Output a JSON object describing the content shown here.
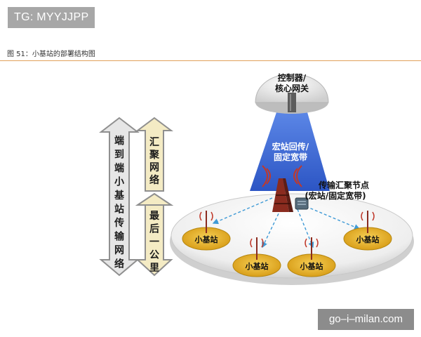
{
  "header": {
    "badge": "TG: MYYJJPP"
  },
  "figure": {
    "caption": "图 51：小基站的部署结构图",
    "controller_label": [
      "控制器/",
      "核心网关"
    ],
    "backhaul_label": [
      "宏站回传/",
      "固定宽带"
    ],
    "aggregation_node_label": [
      "传输汇聚节点",
      "(宏站/固定宽带)"
    ],
    "left_arrow_label": "端到端小基站传输网络",
    "upper_arrow_label": "汇聚网络",
    "lower_arrow_label": "最后一公里",
    "small_cell_label": "小基站",
    "colors": {
      "blue_beam": "#3a66d4",
      "gold_pad": "#e3b02a",
      "arrow_border": "#8f8f8f",
      "arrow_fill": "#e4e4e4",
      "link_dash": "#3f9ad6"
    }
  },
  "watermark": "go–i–milan.com"
}
